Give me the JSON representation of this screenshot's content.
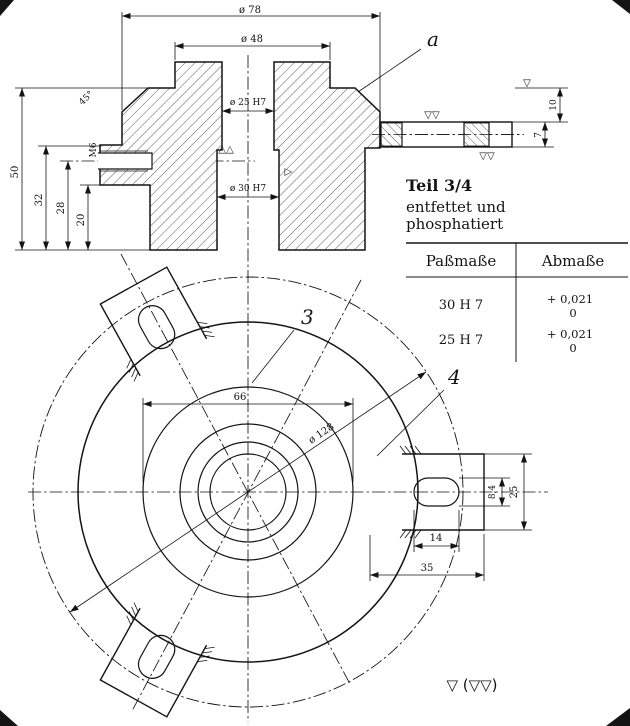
{
  "section_view": {
    "dim_d78": "ø 78",
    "dim_d48": "ø 48",
    "dim_d25h7": "ø 25 H7",
    "dim_d30h7": "ø 30 H7",
    "dim_50": "50",
    "dim_32": "32",
    "dim_28": "28",
    "dim_20": "20",
    "thread_label": "M6",
    "chamfer_label": "45°",
    "dim_10": "10",
    "dim_7": "7",
    "detail_label": "a"
  },
  "finish_note": {
    "line1": "Teil 3/4",
    "line2": "entfettet und",
    "line3": "phosphatiert"
  },
  "tolerance_table": {
    "header_fit": "Paßmaße",
    "header_deviation": "Abmaße",
    "rows": [
      {
        "fit": "30 H 7",
        "dev_upper": "+ 0,021",
        "dev_lower": "0"
      },
      {
        "fit": "25 H 7",
        "dev_upper": "+ 0,021",
        "dev_lower": "0"
      }
    ]
  },
  "plan_view": {
    "dim_66": "66",
    "dim_d128": "ø 128",
    "dim_35": "35",
    "dim_14": "14",
    "dim_25": "25",
    "dim_8_4": "8,4",
    "part_label_3": "3",
    "part_label_4": "4"
  },
  "surface_symbols": {
    "single": "▽",
    "double": "▽▽",
    "note": "▽ (▽▽)"
  }
}
